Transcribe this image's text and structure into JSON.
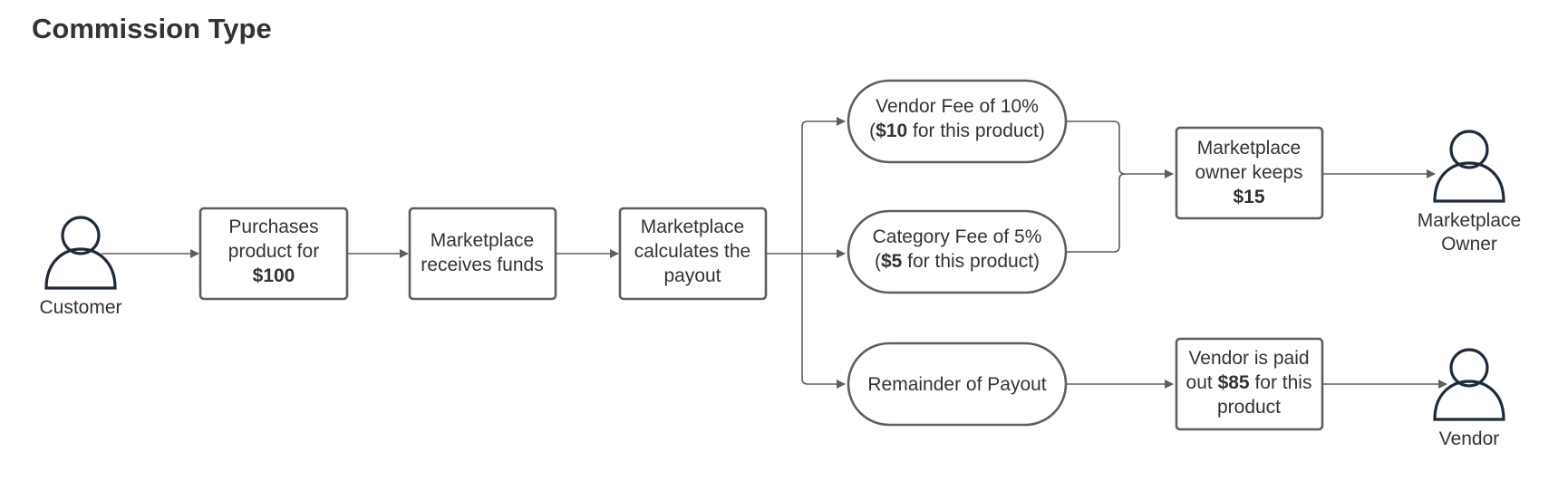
{
  "title": "Commission Type",
  "colors": {
    "stroke": "#5e5e5e",
    "actor": "#1e2a3b",
    "text": "#333333",
    "background": "#ffffff"
  },
  "actors": {
    "customer": {
      "label": "Customer",
      "icon": "person-icon"
    },
    "marketplace_owner": {
      "label_line1": "Marketplace",
      "label_line2": "Owner",
      "icon": "person-icon"
    },
    "vendor": {
      "label": "Vendor",
      "icon": "person-icon"
    }
  },
  "nodes": {
    "purchases": {
      "line1": "Purchases",
      "line2": "product for",
      "line3": "$100"
    },
    "receives_funds": {
      "line1": "Marketplace",
      "line2": "receives funds"
    },
    "calculates": {
      "line1": "Marketplace",
      "line2": "calculates the",
      "line3": "payout"
    },
    "vendor_fee": {
      "line1": "Vendor Fee of 10%",
      "line2_open": "(",
      "line2_bold": "$10",
      "line2_rest": " for this product)"
    },
    "category_fee": {
      "line1": "Category Fee of 5%",
      "line2_open": "(",
      "line2_bold": "$5",
      "line2_rest": " for this product)"
    },
    "remainder": {
      "line1": "Remainder of Payout"
    },
    "owner_keeps": {
      "line1": "Marketplace",
      "line2": "owner keeps",
      "line3": "$15"
    },
    "vendor_paid": {
      "line1": "Vendor is paid",
      "line2_pre": "out ",
      "line2_bold": "$85",
      "line2_rest": " for this",
      "line3": "product"
    }
  }
}
